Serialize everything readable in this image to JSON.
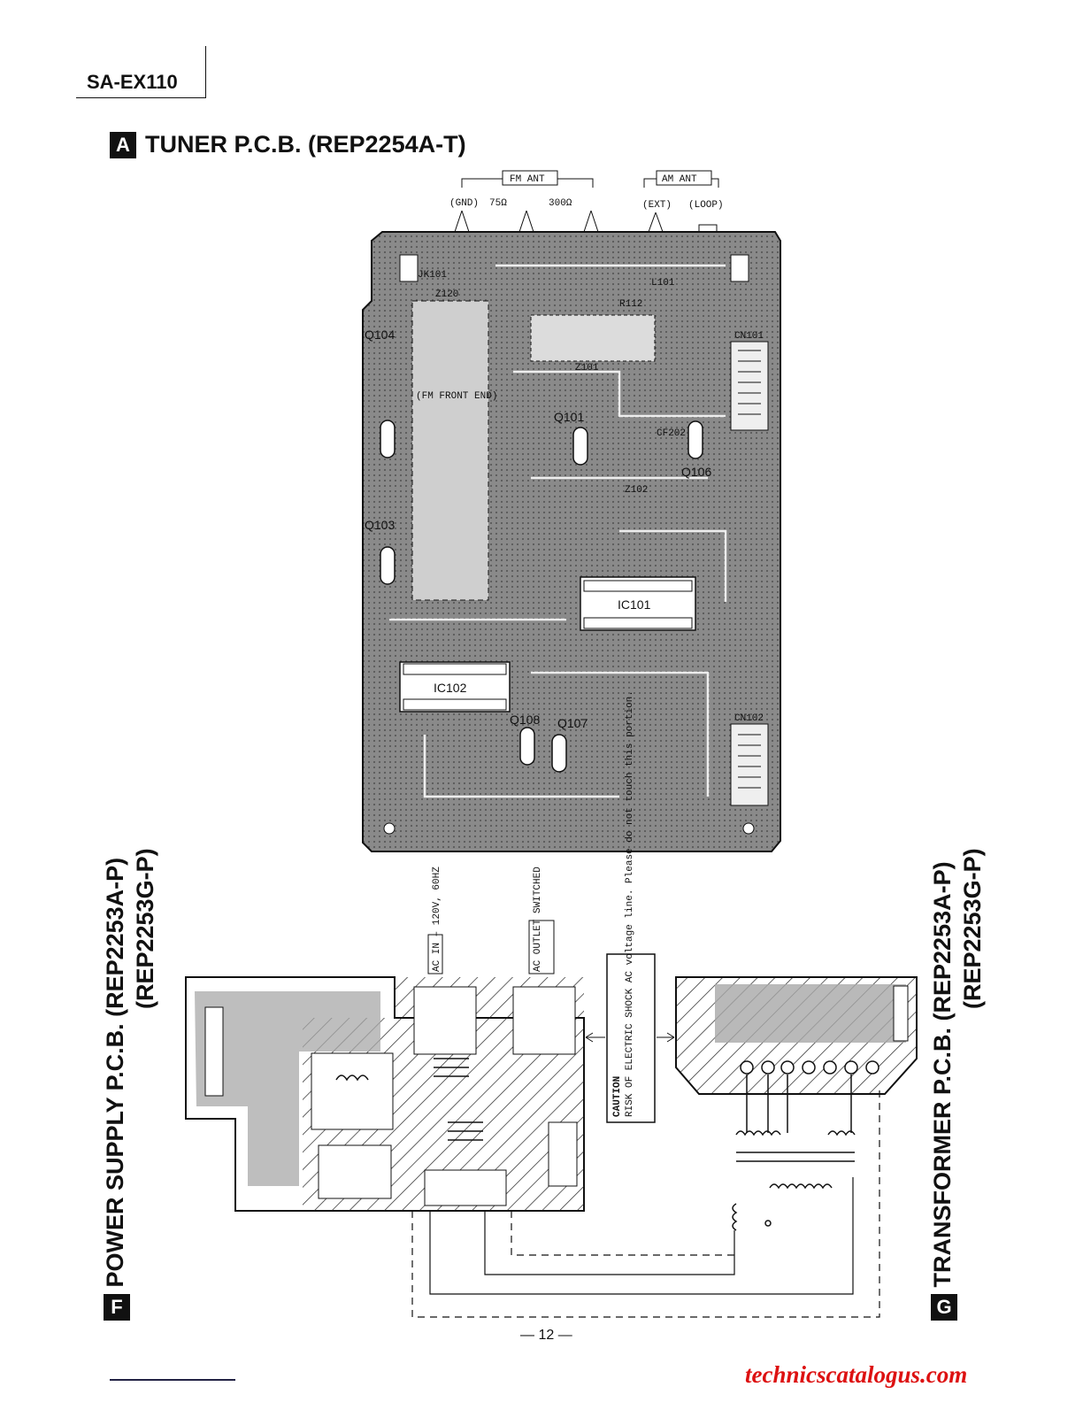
{
  "header": {
    "model": "SA-EX110"
  },
  "section_a": {
    "badge": "A",
    "title": "TUNER P.C.B. (REP2254A-T)"
  },
  "section_f": {
    "badge": "F",
    "title_line1": "POWER SUPPLY P.C.B. (REP2253A-P)",
    "title_line2": "(REP2253G-P)"
  },
  "section_g": {
    "badge": "G",
    "title_line1": "TRANSFORMER P.C.B. (REP2253A-P)",
    "title_line2": "(REP2253G-P)"
  },
  "tuner_labels": {
    "fm_ant": "FM ANT",
    "am_ant": "AM ANT",
    "gnd": "(GND)",
    "ohm75": "75Ω",
    "ohm300": "300Ω",
    "ext": "(EXT)",
    "loop": "(LOOP)",
    "jk101": "JK101",
    "z120": "Z120",
    "fm_front_end": "(FM FRONT END)",
    "q104": "Q104",
    "q103": "Q103",
    "q101": "Q101",
    "q106": "Q106",
    "q108": "Q108",
    "q107": "Q107",
    "ic101": "IC101",
    "ic102": "IC102",
    "cn101": "CN101",
    "cn102": "CN102",
    "z102": "Z102",
    "cf202": "CF202",
    "l101": "L101",
    "r112": "R112",
    "z101": "Z101"
  },
  "power_labels": {
    "ac_in": "AC IN – 120V, 60HZ",
    "ac_outlet": "AC OUTLET SWITCHED",
    "caution": "CAUTION",
    "caution_text": "RISK OF ELECTRIC SHOCK AC voltage line. Please do not touch this portion."
  },
  "footer": {
    "page_number": "— 12 —",
    "site": "technicscatalogus.com"
  }
}
